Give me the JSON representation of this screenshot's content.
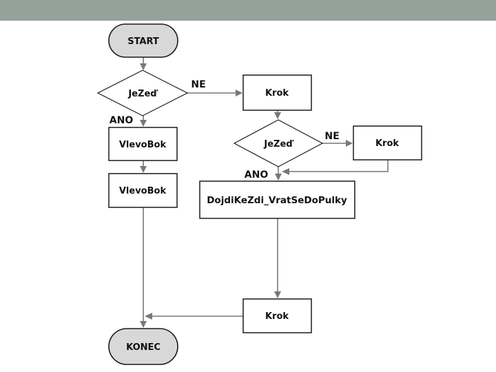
{
  "slide": {
    "type": "flowchart-slide"
  },
  "colors": {
    "header_bar": "#93a29a",
    "background": "#ffffff",
    "terminal_fill": "#d8d8d8",
    "process_fill": "#ffffff",
    "shape_border": "#1a1a1a",
    "connector": "#888888",
    "arrowhead": "#787878",
    "label_text": "#111111"
  },
  "flowchart": {
    "nodes": {
      "start": "START",
      "decision1": "JeZeď",
      "krok1": "Krok",
      "decision2": "JeZeď",
      "krok2": "Krok",
      "vlevobok1": "VlevoBok",
      "vlevobok2": "VlevoBok",
      "dojdi": "DojdiKeZdi_VratSeDoPulky",
      "krok3": "Krok",
      "konec": "KONEC"
    },
    "edge_labels": {
      "ne1": "NE",
      "ano1": "ANO",
      "ne2": "NE",
      "ano2": "ANO"
    }
  }
}
